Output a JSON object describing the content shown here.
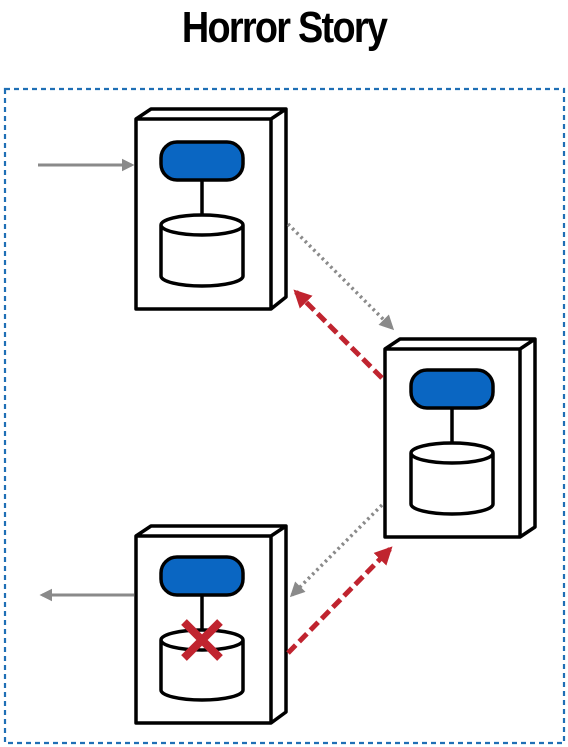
{
  "title": "Horror Story",
  "colors": {
    "boundary": "#1f6fb5",
    "process": "#0a66c2",
    "outline": "#000000",
    "request_arrow": "#8a8a8a",
    "failure_arrow": "#c0242f",
    "failure_mark": "#c0242f",
    "background": "#ffffff"
  },
  "nodes": [
    {
      "id": "service-a",
      "failed": false
    },
    {
      "id": "service-b",
      "failed": false
    },
    {
      "id": "service-c",
      "failed": true
    }
  ],
  "edges": [
    {
      "from": "client",
      "to": "service-a",
      "style": "solid",
      "color_key": "request_arrow"
    },
    {
      "from": "service-a",
      "to": "service-b",
      "style": "dotted",
      "color_key": "request_arrow"
    },
    {
      "from": "service-b",
      "to": "service-a",
      "style": "dashed",
      "color_key": "failure_arrow"
    },
    {
      "from": "service-b",
      "to": "service-c",
      "style": "dotted",
      "color_key": "request_arrow"
    },
    {
      "from": "service-c",
      "to": "service-b",
      "style": "dashed",
      "color_key": "failure_arrow"
    },
    {
      "from": "service-c",
      "to": "client",
      "style": "solid",
      "color_key": "request_arrow"
    }
  ],
  "icons": {
    "server": "server-icon",
    "process": "process-pill-icon",
    "database": "database-cylinder-icon",
    "failure": "x-mark-icon"
  }
}
